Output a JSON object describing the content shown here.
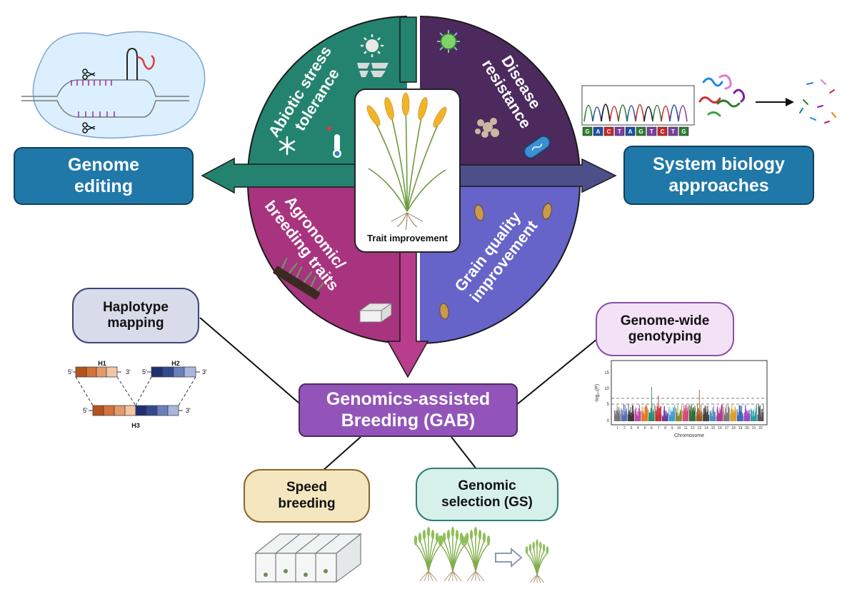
{
  "central": {
    "label": "Trait improvement",
    "quadrants": [
      {
        "id": "abiotic",
        "label": "Abiotic stress\ntolerance",
        "color": "#23836f"
      },
      {
        "id": "disease",
        "label": "Disease\nresistance",
        "color": "#4c2a5e"
      },
      {
        "id": "agronomic",
        "label": "Agronomic/\nbreeding traits",
        "color": "#a8347f"
      },
      {
        "id": "grain",
        "label": "Grain quality\nimprovement",
        "color": "#6663c9"
      }
    ]
  },
  "genome_editing": {
    "label": "Genome\nediting"
  },
  "system_biology": {
    "label": "System biology\napproaches",
    "dna_letters": [
      "G",
      "A",
      "C",
      "T",
      "A",
      "G",
      "T",
      "C",
      "T",
      "G"
    ]
  },
  "gab": {
    "label": "Genomics-assisted\nBreeding (GAB)"
  },
  "haplotype": {
    "label": "Haplotype\nmapping",
    "h1": "H1",
    "h2": "H2",
    "h3": "H3",
    "end5": "5'",
    "end3": "3'"
  },
  "gwg": {
    "label": "Genome-wide\ngenotyping",
    "plot": {
      "ylabel": "-log₁₀(P)",
      "xlabel": "Chromosome",
      "yticks": [
        "0",
        "5",
        "10",
        "15"
      ],
      "chromosomes": [
        "1",
        "2",
        "3",
        "4",
        "5",
        "6",
        "7",
        "8",
        "9",
        "10",
        "11",
        "12",
        "13",
        "14",
        "15",
        "16",
        "17",
        "18",
        "19",
        "20",
        "21",
        "22"
      ]
    }
  },
  "speed_breeding": {
    "label": "Speed\nbreeding"
  },
  "genomic_selection": {
    "label": "Genomic\nselection (GS)"
  }
}
